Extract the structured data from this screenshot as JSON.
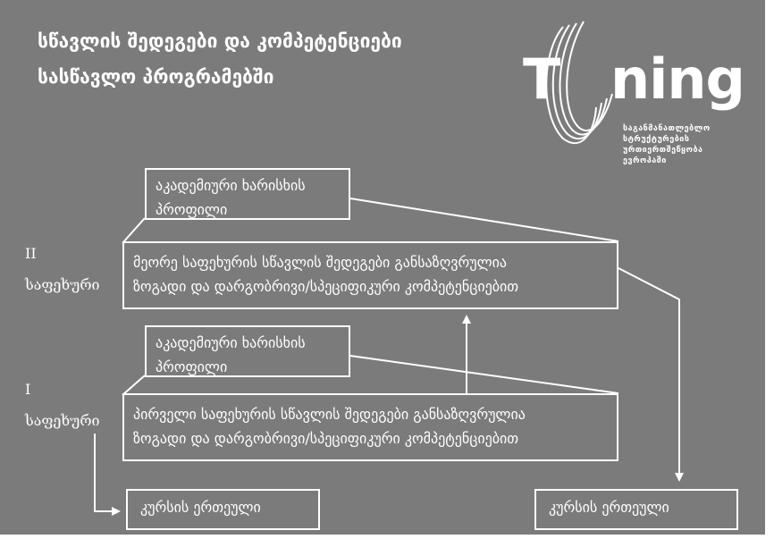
{
  "title": {
    "line1": "სწავლის შედეგები და კომპეტენციები",
    "line2": "სასწავლო პროგრამებში"
  },
  "logo": {
    "letter_t": "T",
    "letters_ning": "ning",
    "subtitle_lines": [
      "საგანმანათლებლო",
      "სტრუქტურების",
      "ურთიერთშეწყობა",
      "ევროპაში"
    ]
  },
  "levels": {
    "second": {
      "numeral": "II",
      "word": "საფეხური"
    },
    "first": {
      "numeral": "I",
      "word": "საფეხური"
    }
  },
  "boxes": {
    "profile_2": {
      "line1": "აკადემიური ხარისხის",
      "line2": "პროფილი"
    },
    "outcomes_2": {
      "line1": "მეორე საფეხურის სწავლის შედეგები განსაზღვრულია",
      "line2": "ზოგადი და დარგობრივი/სპეციფიკური კომპეტენციებით"
    },
    "profile_1": {
      "line1": "აკადემიური ხარისხის",
      "line2": "პროფილი"
    },
    "outcomes_1": {
      "line1": "პირველი საფეხურის სწავლის შედეგები განსაზღვრულია",
      "line2": "ზოგადი და დარგობრივი/სპეციფიკური კომპეტენციებით"
    },
    "course_left": "კურსის ერთეული",
    "course_right": "კურსის ერთეული"
  },
  "colors": {
    "background": "#7b7b7b",
    "foreground": "#ffffff"
  }
}
